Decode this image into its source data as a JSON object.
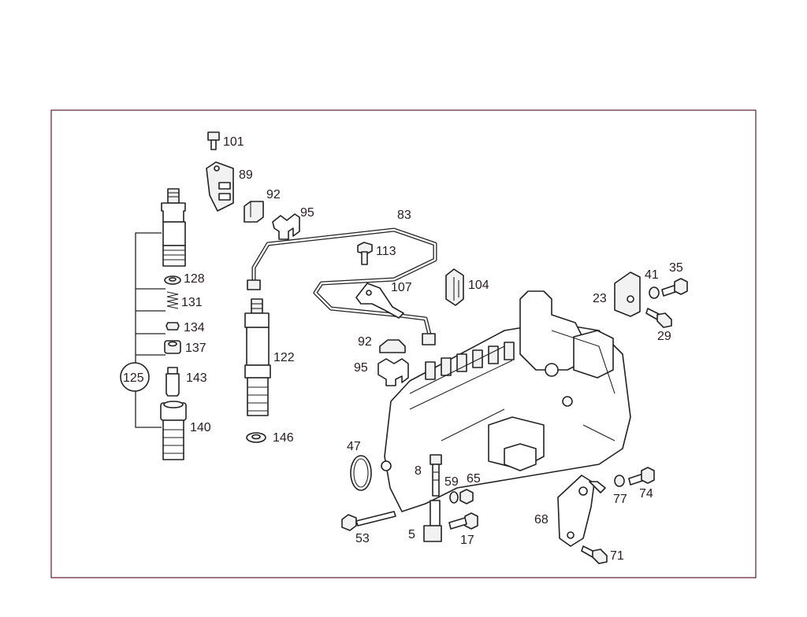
{
  "labels": {
    "p101": "101",
    "p89": "89",
    "p92a": "92",
    "p95a": "95",
    "p83": "83",
    "p113": "113",
    "p104": "104",
    "p107": "107",
    "p128": "128",
    "p131": "131",
    "p134": "134",
    "p137": "137",
    "p125": "125",
    "p143": "143",
    "p140": "140",
    "p122": "122",
    "p146": "146",
    "p92b": "92",
    "p95b": "95",
    "p23": "23",
    "p41": "41",
    "p35": "35",
    "p29": "29",
    "p47": "47",
    "p8": "8",
    "p59": "59",
    "p65": "65",
    "p53": "53",
    "p5": "5",
    "p17": "17",
    "p68": "68",
    "p77": "77",
    "p74": "74",
    "p71": "71"
  },
  "colors": {
    "frame": "#5a2030",
    "label": "#2a1a22",
    "line": "#222222"
  }
}
